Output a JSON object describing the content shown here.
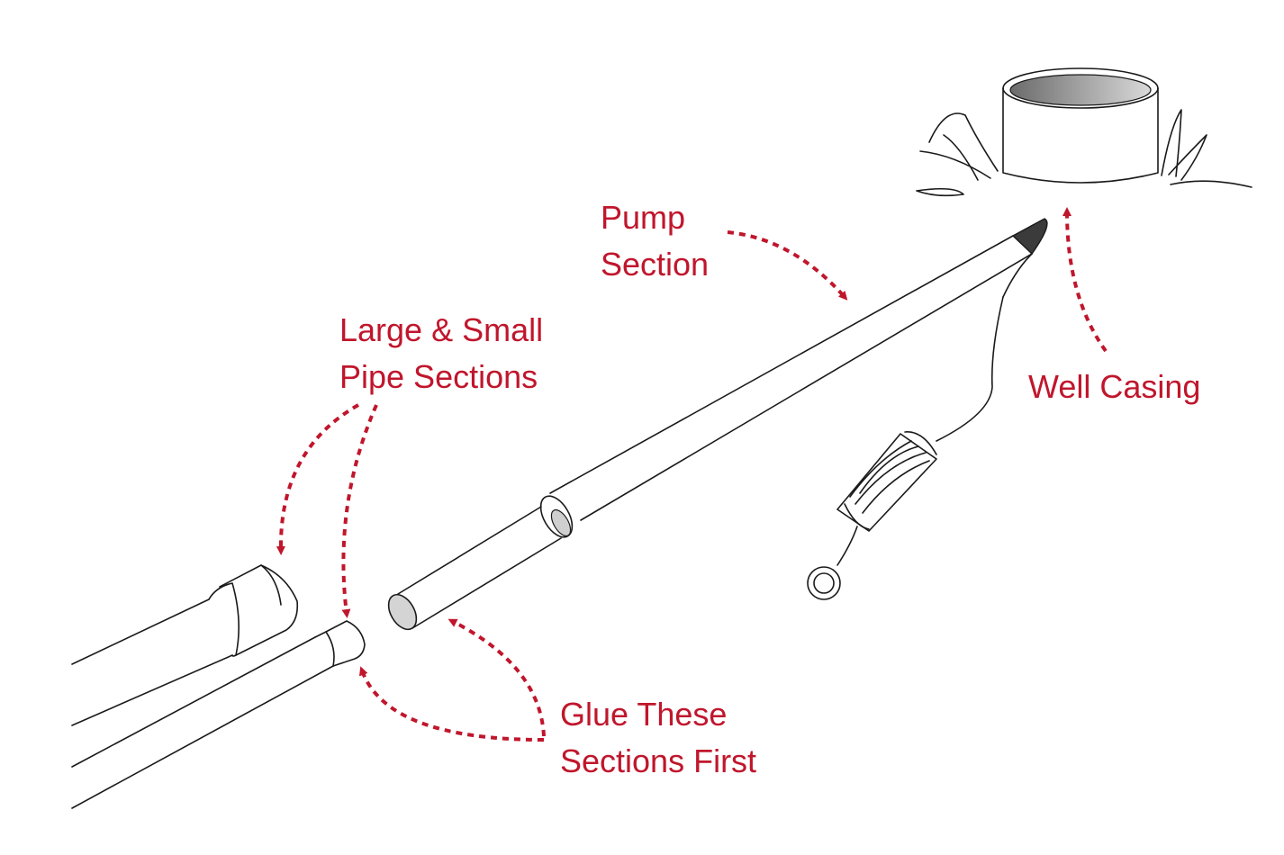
{
  "colors": {
    "accent": "#c0162c",
    "ink": "#1a1a1a"
  },
  "labels": {
    "pump_section": [
      "Pump",
      "Section"
    ],
    "large_small_pipe": [
      "Large & Small",
      "Pipe Sections"
    ],
    "well_casing": [
      "Well Casing"
    ],
    "glue_sections": [
      "Glue These",
      "Sections First"
    ]
  }
}
